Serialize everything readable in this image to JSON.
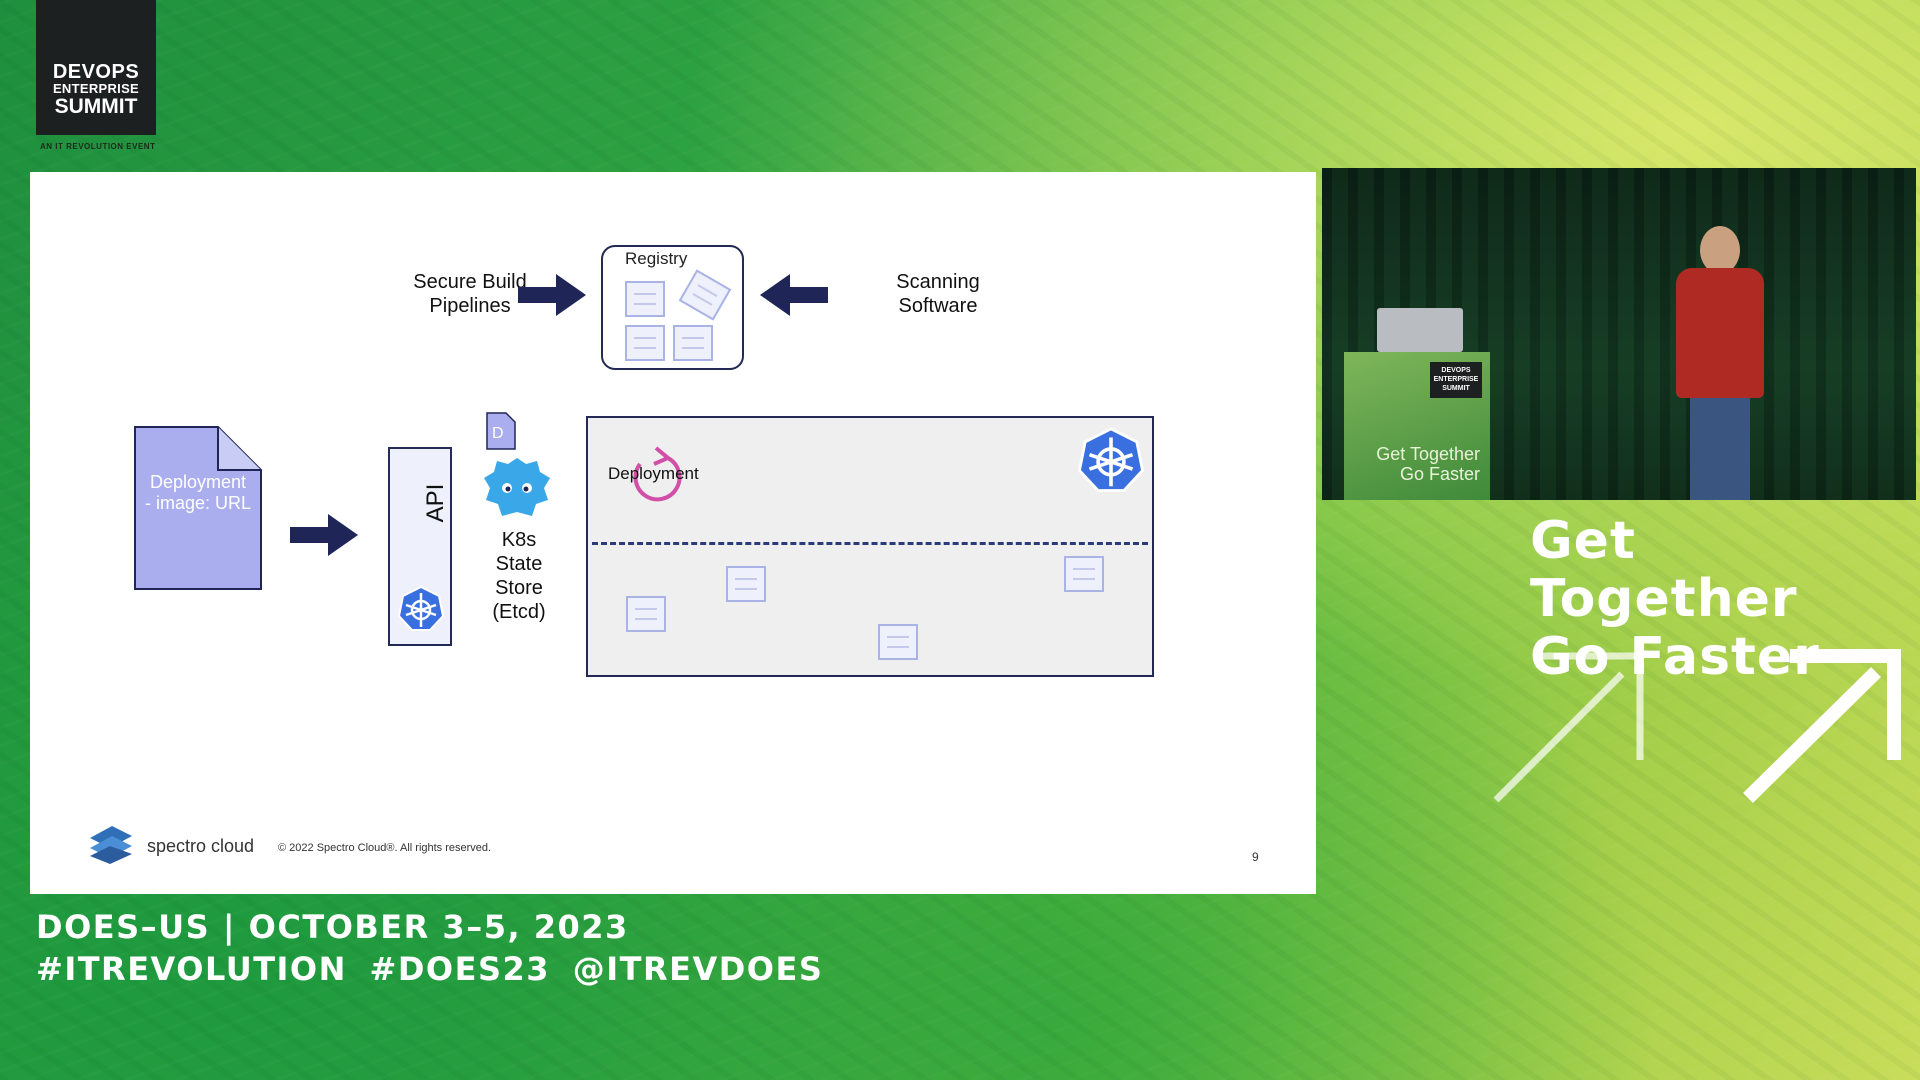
{
  "branding": {
    "logo_line1": "DEVOPS",
    "logo_line2": "ENTERPRISE",
    "logo_line3": "SUMMIT",
    "logo_sub": "AN IT REVOLUTION EVENT"
  },
  "slide": {
    "secure_build_line1": "Secure Build",
    "secure_build_line2": "Pipelines",
    "registry_label": "Registry",
    "scanning_line1": "Scanning",
    "scanning_line2": "Software",
    "deployment_doc_line1": "Deployment",
    "deployment_doc_line2": "- image: URL",
    "api_label": "API",
    "doc_icon_letter": "D",
    "state_store_lines": [
      "K8s",
      "State",
      "Store",
      "(Etcd)"
    ],
    "deployment_label": "Deployment",
    "vendor_name": "spectro cloud",
    "copyright": "© 2022 Spectro Cloud®. All rights reserved.",
    "page_number": "9"
  },
  "video_panel": {
    "podium_logo_line1": "DEVOPS",
    "podium_logo_line2": "ENTERPRISE",
    "podium_logo_line3": "SUMMIT",
    "podium_text_line1": "Get Together",
    "podium_text_line2": "Go Faster"
  },
  "tagline": {
    "line1": "Get Together",
    "line2": "Go Faster"
  },
  "event": {
    "dates_line": "DOES–US | OCTOBER 3–5, 2023",
    "hashtags_line": "#ITREVOLUTION  #DOES23  @ITREVDOES"
  },
  "colors": {
    "accent_navy": "#1f2557",
    "k8s_blue": "#3a6fe0",
    "doc_purple": "#aaaeee",
    "reconcile_pink": "#d24fa8"
  },
  "icons": [
    "arrow-right-icon",
    "arrow-left-icon",
    "kubernetes-icon",
    "etcd-robot-icon",
    "document-icon",
    "reconcile-loop-icon",
    "spectro-cloud-logo-icon",
    "arrow-up-right-icon"
  ]
}
